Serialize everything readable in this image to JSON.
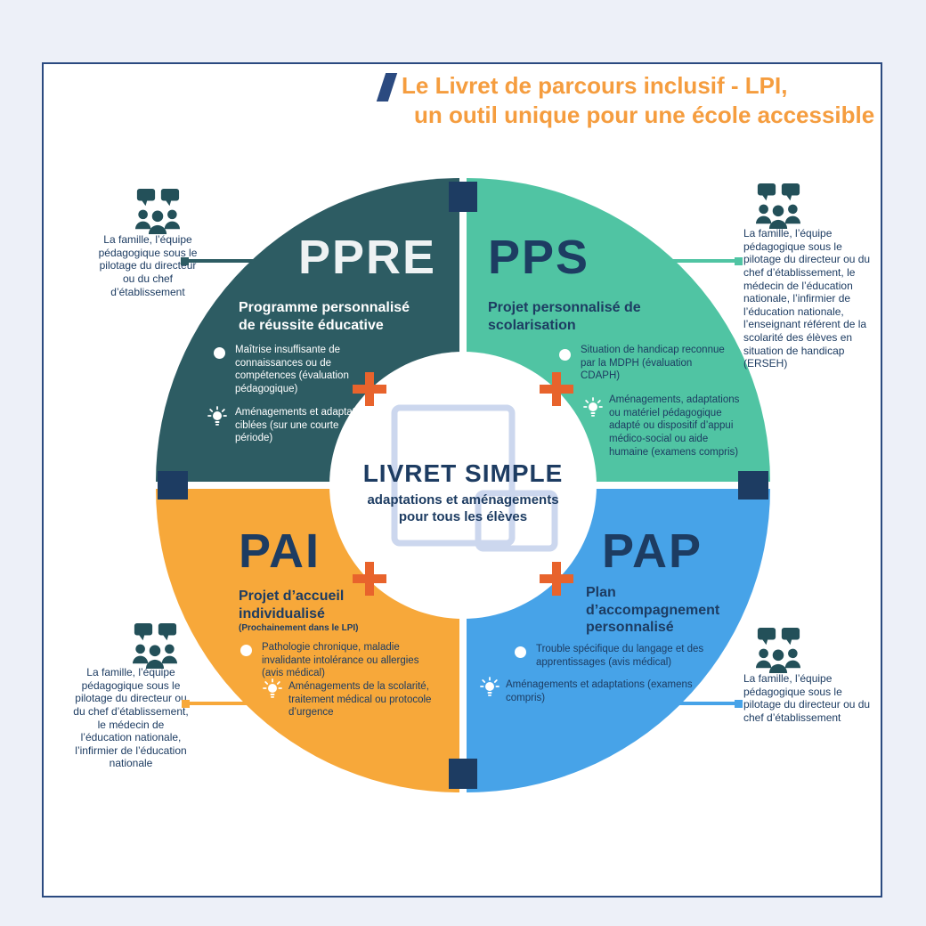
{
  "colors": {
    "background": "#edf0f8",
    "frame_border": "#2b4a80",
    "title_orange": "#f59d3f",
    "navy_text": "#1d3c62",
    "ppre_dark_teal": "#2d5c63",
    "pps_teal": "#50c4a3",
    "pai_orange": "#f7a83a",
    "pap_blue": "#47a3e8",
    "plus_orange": "#e8632c",
    "booklet_outline": "#ccd7ee",
    "people_icon": "#235059"
  },
  "header": {
    "title_line1": "Le Livret de parcours inclusif - LPI,",
    "title_line2": "un outil unique pour une école accessible"
  },
  "center": {
    "title": "LIVRET SIMPLE",
    "subtitle_line1": "adaptations et aménagements",
    "subtitle_line2": "pour tous les élèves"
  },
  "quadrants": [
    {
      "id": "ppre",
      "acronym": "PPRE",
      "title": "Programme personnalisé de réussite éducative",
      "bullets": [
        {
          "icon": "dot-icon",
          "text": "Maîtrise insuffisante de connaissances ou de compétences (évaluation pédagogique)"
        },
        {
          "icon": "lightbulb-icon",
          "text": "Aménagements et adaptations ciblées (sur une courte période)"
        }
      ]
    },
    {
      "id": "pps",
      "acronym": "PPS",
      "title": "Projet personnalisé de scolarisation",
      "bullets": [
        {
          "icon": "dot-icon",
          "text": "Situation de handicap reconnue par la MDPH (évaluation CDAPH)"
        },
        {
          "icon": "lightbulb-icon",
          "text": "Aménagements, adaptations ou matériel pédagogique adapté ou dispositif d’appui médico-social ou aide humaine (examens compris)"
        }
      ]
    },
    {
      "id": "pai",
      "acronym": "PAI",
      "title": "Projet d’accueil individualisé",
      "note": "(Prochainement dans le LPI)",
      "bullets": [
        {
          "icon": "dot-icon",
          "text": "Pathologie chronique, maladie invalidante intolérance ou allergies (avis médical)"
        },
        {
          "icon": "lightbulb-icon",
          "text": "Aménagements de la scolarité, traitement médical ou protocole d’urgence"
        }
      ]
    },
    {
      "id": "pap",
      "acronym": "PAP",
      "title": "Plan d’accompagnement personnalisé",
      "bullets": [
        {
          "icon": "dot-icon",
          "text": "Trouble spécifique du langage et des apprentissages (avis médical)"
        },
        {
          "icon": "lightbulb-icon",
          "text": "Aménagements et adaptations (examens compris)"
        }
      ]
    }
  ],
  "corners": {
    "top_left": {
      "text": "La famille, l’équipe pédagogique sous le pilotage du directeur ou du chef d’établissement"
    },
    "top_right": {
      "text": "La famille, l’équipe pédagogique sous le pilotage du directeur ou du chef d’établissement, le médecin de l’éducation nationale, l’infirmier de l’éducation nationale, l’enseignant référent de la scolarité des élèves en situation de handicap (ERSEH)"
    },
    "bottom_left": {
      "text": "La famille, l’équipe pédagogique sous le pilotage du directeur ou du chef d’établissement, le médecin de l’éducation nationale, l’infirmier de l’éducation nationale"
    },
    "bottom_right": {
      "text": "La famille, l’équipe pédagogique sous le pilotage du directeur ou du chef d’établissement"
    }
  }
}
